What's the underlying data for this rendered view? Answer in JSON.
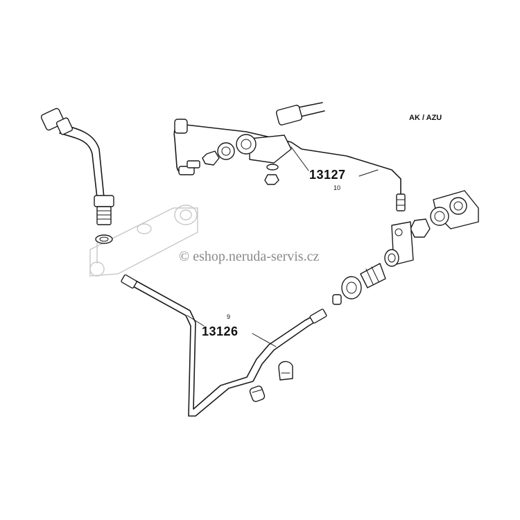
{
  "diagram": {
    "header_code": "AK / AZU",
    "parts": [
      {
        "part_number": "13127",
        "position": "10"
      },
      {
        "part_number": "13126",
        "position": "9"
      }
    ],
    "watermark": "© eshop.neruda-servis.cz"
  }
}
